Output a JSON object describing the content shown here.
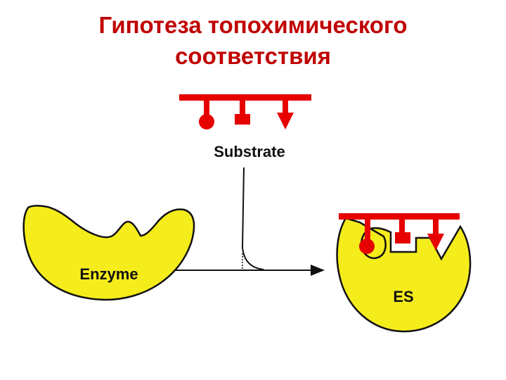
{
  "slide": {
    "title_line1": "Гипотеза топохимического",
    "title_line2": "соответствия"
  },
  "diagram": {
    "substrate_label": "Substrate",
    "enzyme_label": "Enzyme",
    "complex_label": "ES",
    "colors": {
      "enzyme_fill": "#f5ec1c",
      "substrate": "#e60000",
      "outline": "#111111",
      "title": "#c00000"
    }
  }
}
